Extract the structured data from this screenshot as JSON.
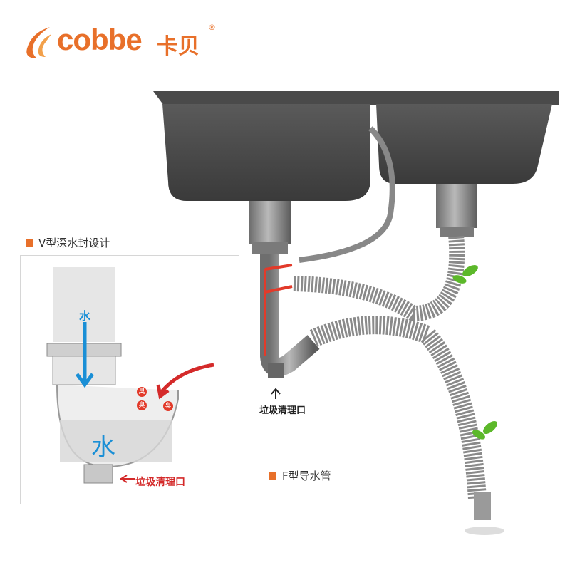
{
  "brand": {
    "name": "cobbe",
    "name_cn": "卡贝",
    "reg": "®"
  },
  "labels": {
    "v_trap": "V型深水封设计",
    "f_pipe": "F型导水管",
    "trash_outlet": "垃圾清理口",
    "water_small": "水",
    "water_big": "水",
    "odor": "臭"
  },
  "colors": {
    "brand": "#e8702a",
    "water": "#1a8fd6",
    "alert": "#d42a2a"
  }
}
